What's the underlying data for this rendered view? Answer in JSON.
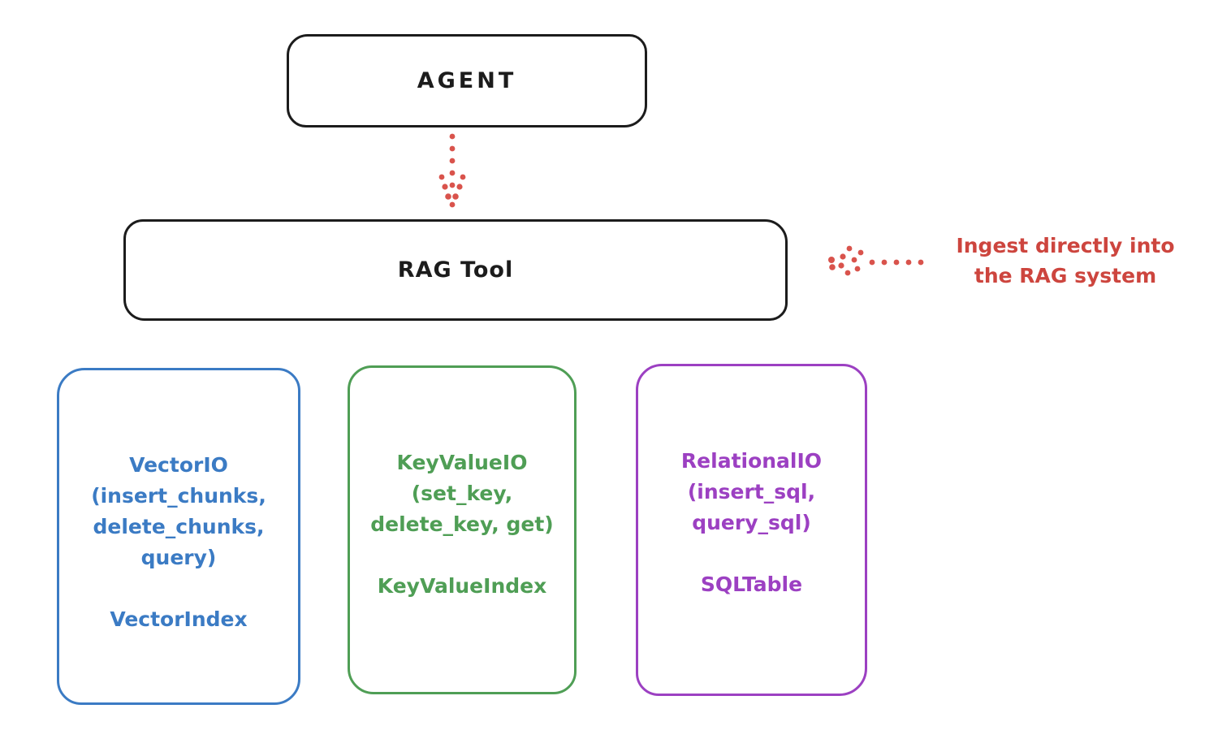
{
  "diagram": {
    "title_hint": "RAG Tool architecture sketch",
    "agent": {
      "label": "AGENT"
    },
    "rag_tool": {
      "label": "RAG Tool"
    },
    "annotation": {
      "line1": "Ingest directly into",
      "line2": "the RAG system"
    },
    "backends": [
      {
        "name": "vector",
        "lines": [
          "VectorIO",
          "(insert_chunks,",
          "delete_chunks,",
          "query)"
        ],
        "index_label": "VectorIndex",
        "color": "#3b7bc4"
      },
      {
        "name": "keyvalue",
        "lines": [
          "KeyValueIO",
          "(set_key,",
          "delete_key, get)"
        ],
        "index_label": "KeyValueIndex",
        "color": "#4f9e55"
      },
      {
        "name": "relational",
        "lines": [
          "RelationalIO",
          "(insert_sql,",
          "query_sql)"
        ],
        "index_label": "SQLTable",
        "color": "#9c40c2"
      }
    ],
    "colors": {
      "ink": "#1c1c1c",
      "red": "#cd453e",
      "blue": "#3b7bc4",
      "green": "#4f9e55",
      "purple": "#9c40c2",
      "background": "#ffffff"
    }
  }
}
